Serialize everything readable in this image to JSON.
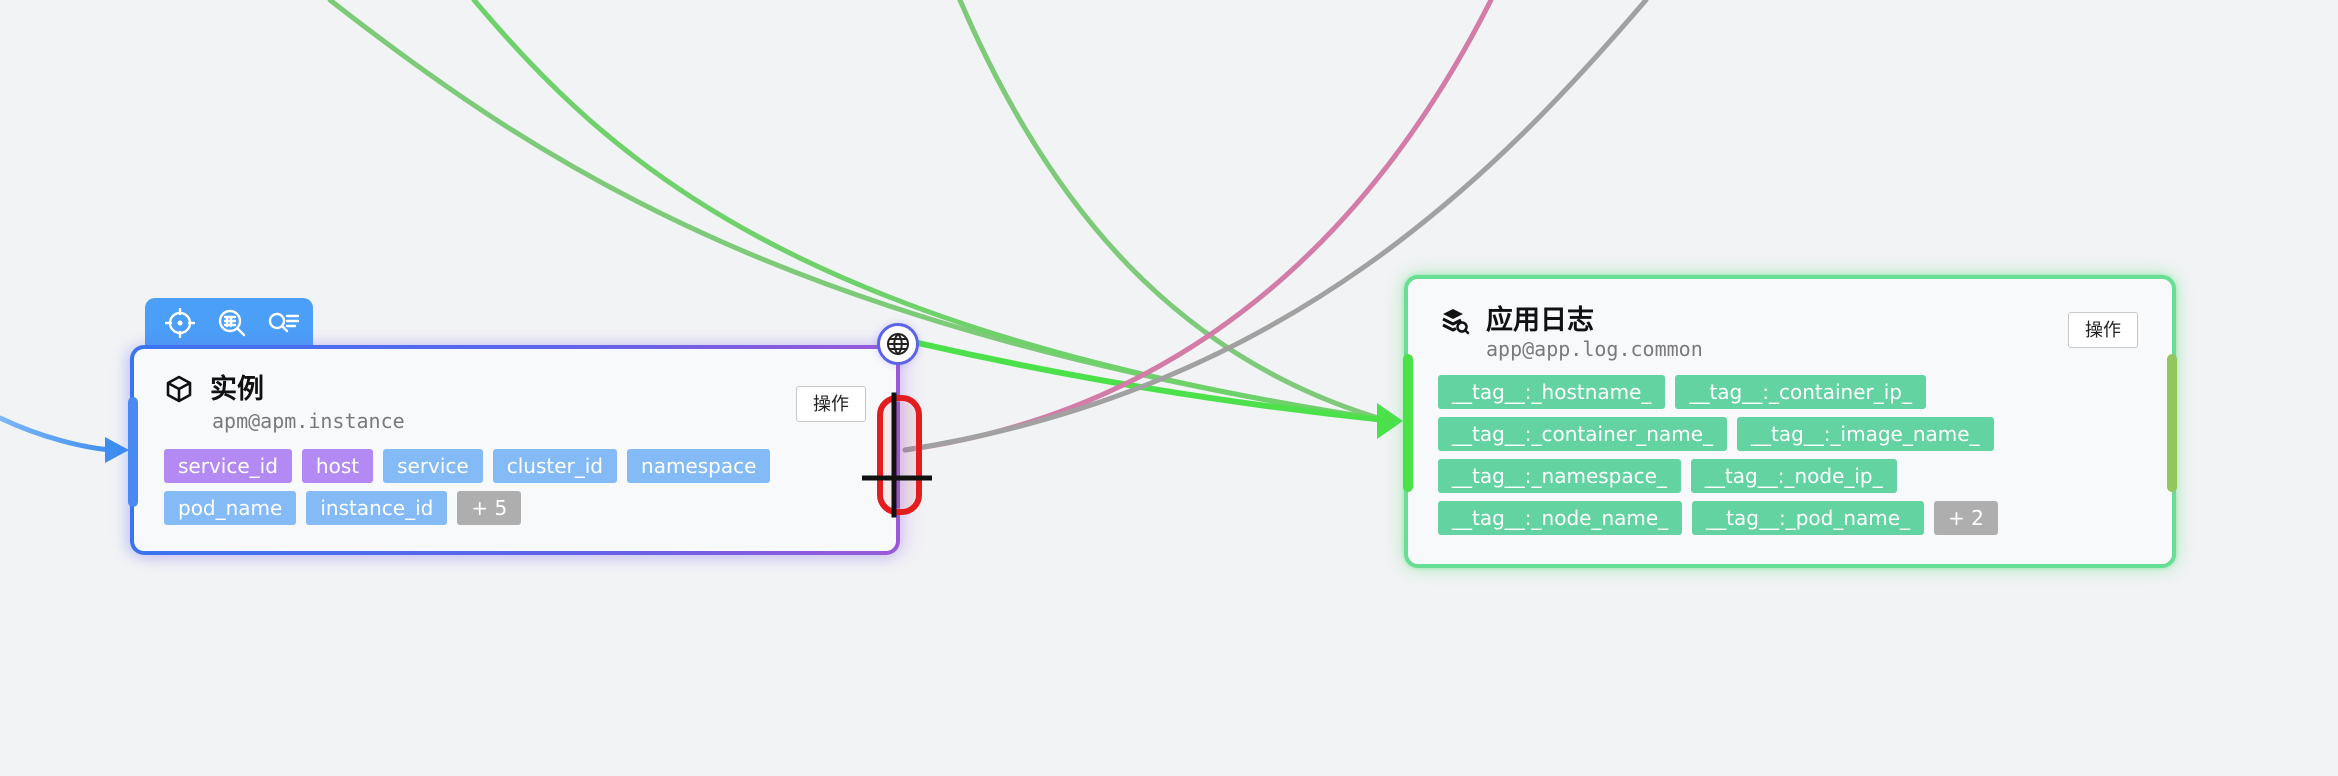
{
  "canvas": {
    "background": "#f2f3f5"
  },
  "colors": {
    "instance_accent": "#3b74f0",
    "instance_accent_end": "#9a5ad8",
    "applog_accent": "#66de94",
    "red_selection": "#e31d1d",
    "edge_blue": "#3d8ef0",
    "edge_green": "#7dca79",
    "edge_green_active": "#4ce14a",
    "edge_pink": "#d27ca7",
    "edge_gray": "#a1a1a1"
  },
  "icons": {
    "toolbar": [
      "focus-icon",
      "table-search-icon",
      "list-search-icon"
    ],
    "instance_node": "cube-icon",
    "applog_node": "stack-search-icon",
    "port": "globe-icon",
    "cursor": "crosshair-cursor-icon"
  },
  "nodes": {
    "instance": {
      "title": "实例",
      "subtitle": "apm@apm.instance",
      "action_label": "操作",
      "tags": [
        {
          "label": "service_id",
          "tone": "purple"
        },
        {
          "label": "host",
          "tone": "purple"
        },
        {
          "label": "service",
          "tone": "blue"
        },
        {
          "label": "cluster_id",
          "tone": "blue"
        },
        {
          "label": "namespace",
          "tone": "blue"
        },
        {
          "label": "pod_name",
          "tone": "blue"
        },
        {
          "label": "instance_id",
          "tone": "blue"
        },
        {
          "label": "+ 5",
          "tone": "more"
        }
      ]
    },
    "applog": {
      "title": "应用日志",
      "subtitle": "app@app.log.common",
      "action_label": "操作",
      "tags": [
        {
          "label": "__tag__:_hostname_",
          "tone": "green"
        },
        {
          "label": "__tag__:_container_ip_",
          "tone": "green"
        },
        {
          "label": "__tag__:_container_name_",
          "tone": "green"
        },
        {
          "label": "__tag__:_image_name_",
          "tone": "green"
        },
        {
          "label": "__tag__:_namespace_",
          "tone": "green"
        },
        {
          "label": "__tag__:_node_ip_",
          "tone": "green"
        },
        {
          "label": "__tag__:_node_name_",
          "tone": "green"
        },
        {
          "label": "__tag__:_pod_name_",
          "tone": "green"
        },
        {
          "label": "+ 2",
          "tone": "more"
        }
      ]
    }
  }
}
